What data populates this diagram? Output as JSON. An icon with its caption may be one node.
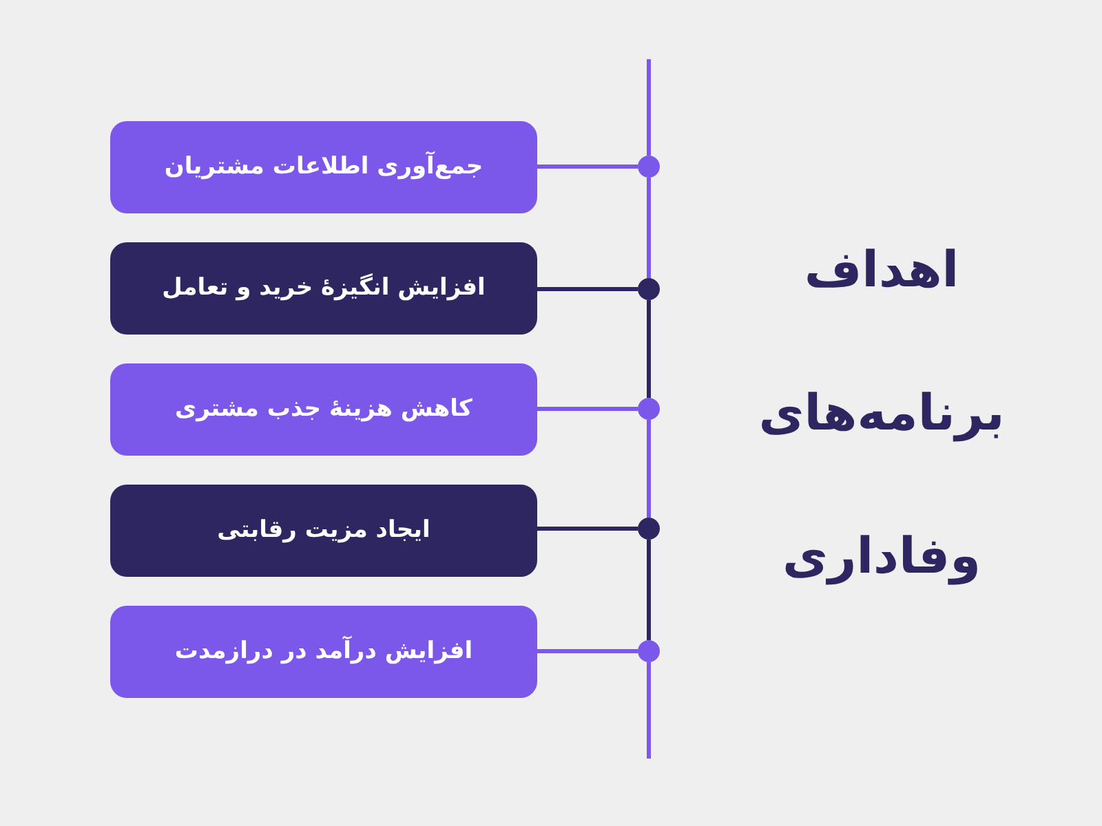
{
  "diagram": {
    "title": "اهداف برنامه‌های وفاداری",
    "nodes": [
      {
        "text": [
          "جمع‌آوری اطلاعات مشتریان"
        ]
      },
      {
        "text": [
          "افزایش انگیزهٔ خرید و تعامل"
        ]
      },
      {
        "text": [
          "کاهش هزینهٔ جذب مشتری"
        ]
      },
      {
        "text": [
          "ایجاد مزیت رقابتی"
        ]
      },
      {
        "text": [
          "افزایش درآمد در درازمدت"
        ]
      },
      {
        "text": [],
        "shape": "circle"
      },
      {
        "text": [],
        "shape": "circle"
      },
      {
        "text": [],
        "shape": "circle"
      },
      {
        "text": [],
        "shape": "circle"
      },
      {
        "text": [],
        "shape": "circle"
      }
    ],
    "edges": [
      {
        "from": null,
        "to": 5,
        "arrow": "none"
      },
      {
        "from": 0,
        "to": 5,
        "arrow": "none"
      },
      {
        "from": 5,
        "to": 6,
        "arrow": "none"
      },
      {
        "from": 1,
        "to": 6,
        "arrow": "none",
        "color": "#2d2660"
      },
      {
        "from": 6,
        "to": 7,
        "arrow": "none",
        "color": "#2d2660"
      },
      {
        "from": 2,
        "to": 7,
        "arrow": "none"
      },
      {
        "from": 7,
        "to": 8,
        "arrow": "none"
      },
      {
        "from": 3,
        "to": 8,
        "arrow": "none",
        "color": "#2d2660"
      },
      {
        "from": 8,
        "to": 9,
        "arrow": "none",
        "color": "#2d2660"
      },
      {
        "from": 4,
        "to": 9,
        "arrow": "none"
      },
      {
        "from": 9,
        "to": null,
        "arrow": "none"
      }
    ]
  }
}
